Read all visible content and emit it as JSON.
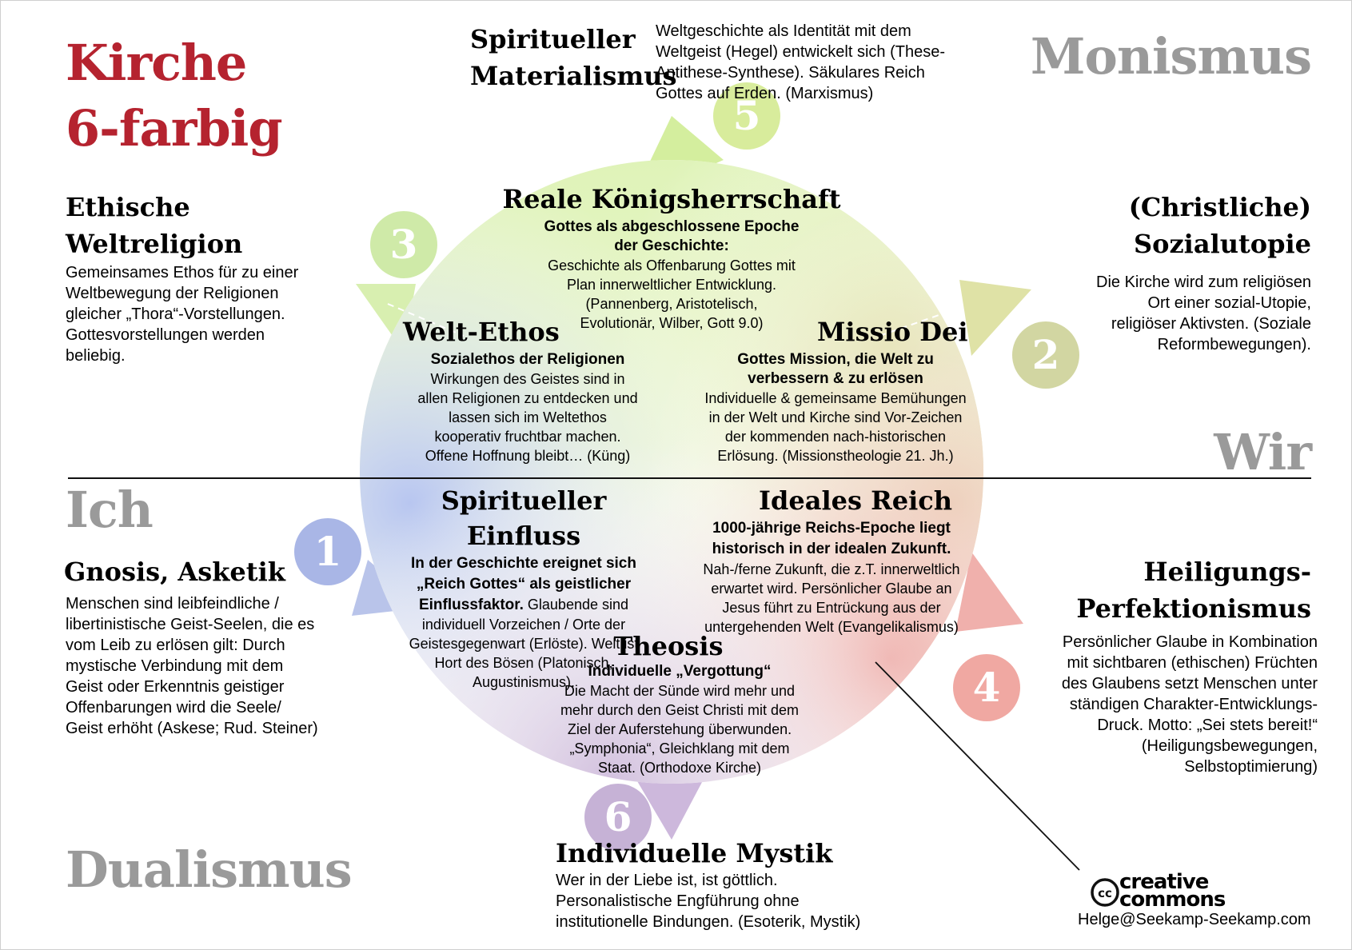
{
  "colors": {
    "title_red": "#b5232f",
    "corner_gray": "#9a9a9a",
    "num_1": "#a9b6e6",
    "num_2": "#d2d6a2",
    "num_3": "#cfeaa8",
    "num_4": "#f0a8a2",
    "num_5": "#d8ec9c",
    "num_6": "#c6b2d6"
  },
  "title": {
    "line1": "Kirche",
    "line2": "6-farbig"
  },
  "corners": {
    "monismus": "Monismus",
    "wir": "Wir",
    "ich": "Ich",
    "dualismus": "Dualismus"
  },
  "numbers": [
    "1",
    "2",
    "3",
    "4",
    "5",
    "6"
  ],
  "outer": {
    "spirituell_mat": {
      "title": [
        "Spiritueller",
        "Materialismus"
      ],
      "lines": [
        "Weltgeschichte als Identität mit dem",
        "Weltgeist (Hegel) entwickelt sich (These-",
        "Antithese-Synthese). Säkulares Reich",
        "Gottes auf Erden. (Marxismus)"
      ]
    },
    "ethische": {
      "title": [
        "Ethische",
        "Weltreligion"
      ],
      "lines": [
        "Gemeinsames Ethos für zu einer",
        "Weltbewegung der Religionen",
        "gleicher „Thora“-Vorstellungen.",
        "Gottesvorstellungen werden",
        "beliebig."
      ]
    },
    "sozialutopie": {
      "title": [
        "(Christliche)",
        "Sozialutopie"
      ],
      "lines": [
        "Die Kirche wird zum religiösen",
        "Ort einer sozial-Utopie,",
        "religiöser Aktivsten. (Soziale",
        "Reformbewegungen)."
      ]
    },
    "gnosis": {
      "title": "Gnosis, Asketik",
      "lines": [
        "Menschen sind leibfeindliche /",
        "libertinistische Geist-Seelen, die es",
        "vom Leib zu erlösen gilt: Durch",
        "mystische Verbindung mit dem",
        "Geist oder Erkenntnis geistiger",
        "Offenbarungen wird die Seele/",
        "Geist erhöht (Askese; Rud. Steiner)"
      ]
    },
    "heiligung": {
      "title": [
        "Heiligungs-",
        "Perfektionismus"
      ],
      "lines": [
        "Persönlicher Glaube in Kombination",
        "mit sichtbaren (ethischen) Früchten",
        "des Glaubens setzt Menschen unter",
        "ständigen Charakter-Entwicklungs-",
        "Druck. Motto: „Sei stets bereit!“",
        "(Heiligungsbewegungen,",
        "Selbstoptimierung)"
      ]
    },
    "mystik": {
      "title": "Individuelle Mystik",
      "lines": [
        "Wer in der Liebe ist, ist göttlich.",
        "Personalistische Engführung ohne",
        "institutionelle Bindungen. (Esoterik, Mystik)"
      ]
    }
  },
  "inner": {
    "koenig": {
      "title": "Reale Königsherrschaft",
      "bold": [
        "Gottes als abgeschlossene Epoche",
        "der Geschichte:"
      ],
      "lines": [
        "Geschichte als Offenbarung Gottes mit",
        "Plan innerweltlicher Entwicklung.",
        "(Pannenberg, Aristotelisch,",
        "Evolutionär, Wilber, Gott 9.0)"
      ]
    },
    "weltethos": {
      "title": "Welt-Ethos",
      "bold": [
        "Sozialethos der Religionen"
      ],
      "lines": [
        "Wirkungen des Geistes sind in",
        "allen Religionen zu entdecken und",
        "lassen sich im Weltethos",
        "kooperativ fruchtbar machen.",
        "Offene Hoffnung bleibt… (Küng)"
      ]
    },
    "missio": {
      "title": "Missio Dei",
      "bold": [
        "Gottes Mission, die Welt zu",
        "verbessern & zu erlösen"
      ],
      "lines": [
        "Individuelle & gemeinsame Bemühungen",
        "in der Welt und Kirche sind Vor-Zeichen",
        "der kommenden nach-historischen",
        "Erlösung. (Missionstheologie 21. Jh.)"
      ]
    },
    "einfluss": {
      "title": "Spiritueller Einfluss",
      "bold": [
        "In der Geschichte ereignet sich",
        "„Reich Gottes“ als geistlicher"
      ],
      "mixed_bold": "Einflussfaktor.",
      "mixed_rest": " Glaubende sind",
      "lines": [
        "individuell Vorzeichen / Orte der",
        "Geistesgegenwart (Erlöste). Welt ist",
        "Hort des Bösen (Platonisch,",
        "Augustinismus)."
      ]
    },
    "ideales": {
      "title": "Ideales Reich",
      "bold": [
        "1000-jährige Reichs-Epoche liegt",
        "historisch in der idealen Zukunft."
      ],
      "lines": [
        "Nah-/ferne Zukunft, die z.T. innerweltlich",
        "erwartet wird. Persönlicher Glaube an",
        "Jesus führt zu Entrückung aus der",
        "untergehenden Welt (Evangelikalismus)"
      ]
    },
    "theosis": {
      "title": "Theosis",
      "bold": [
        "Individuelle „Vergottung“"
      ],
      "lines": [
        "Die Macht der Sünde wird mehr und",
        "mehr durch den Geist Christi mit dem",
        "Ziel der Auferstehung überwunden.",
        "„Symphonia“, Gleichklang mit dem",
        "Staat. (Orthodoxe Kirche)"
      ]
    }
  },
  "license": {
    "cc_word1": "creative",
    "cc_word2": "commons",
    "email": "Helge@Seekamp-Seekamp.com"
  }
}
